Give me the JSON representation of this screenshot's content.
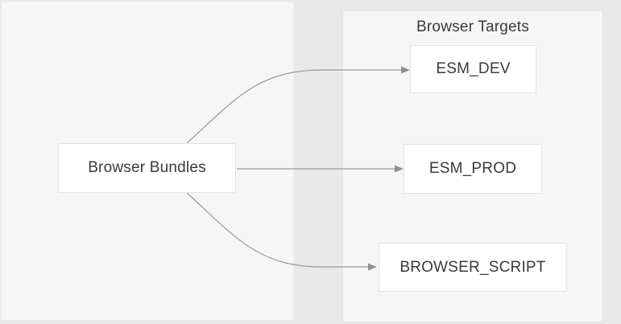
{
  "diagram": {
    "source_node": {
      "label": "Browser Bundles"
    },
    "container": {
      "title": "Browser Targets"
    },
    "target_nodes": [
      {
        "id": "esm_dev",
        "label": "ESM_DEV"
      },
      {
        "id": "esm_prod",
        "label": "ESM_PROD"
      },
      {
        "id": "browser_script",
        "label": "BROWSER_SCRIPT"
      }
    ],
    "edges": [
      {
        "from": "Browser Bundles",
        "to": "ESM_DEV"
      },
      {
        "from": "Browser Bundles",
        "to": "ESM_PROD"
      },
      {
        "from": "Browser Bundles",
        "to": "BROWSER_SCRIPT"
      }
    ]
  },
  "colors": {
    "page-bg": "#e9e9e9",
    "panel-bg": "#f6f6f6",
    "panel-border": "#e2e2e2",
    "node-bg": "#ffffff",
    "node-border": "#e3e3e3",
    "edge-color": "#999999",
    "text-color": "#3a3a3a"
  }
}
